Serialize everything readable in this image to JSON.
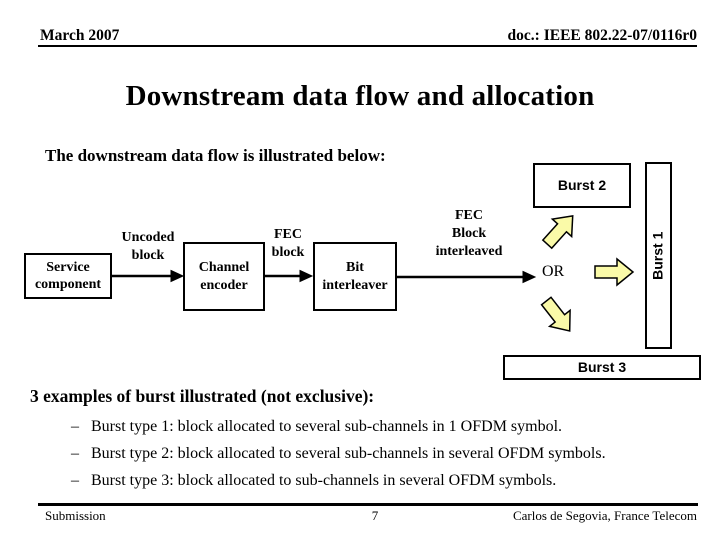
{
  "header": {
    "date": "March 2007",
    "doc": "doc.: IEEE 802.22-07/0116r0"
  },
  "title": "Downstream data flow and allocation",
  "intro": "The downstream data flow is illustrated below:",
  "diagram": {
    "boxes": {
      "service": "Service\ncomponent",
      "channel": "Channel\nencoder",
      "bit": "Bit\ninterleaver",
      "burst1": "Burst 1",
      "burst2": "Burst 2",
      "burst3": "Burst 3"
    },
    "labels": {
      "uncoded": "Uncoded\nblock",
      "fec_block": "FEC\nblock",
      "fec_interleaved": "FEC\nBlock\ninterleaved",
      "or": "OR"
    },
    "colors": {
      "arrow_fill": "#FAFAA8",
      "arrow_stroke": "#000000"
    }
  },
  "examples": {
    "heading": "3 examples of burst illustrated (not exclusive):",
    "items": [
      {
        "bullet": "–",
        "text": "Burst type 1: block allocated to several sub-channels in 1 OFDM symbol."
      },
      {
        "bullet": "–",
        "text": "Burst type 2: block allocated to several sub-channels in several OFDM symbols."
      },
      {
        "bullet": "–",
        "text": "Burst type 3: block allocated to sub-channels in several OFDM symbols."
      }
    ]
  },
  "footer": {
    "left": "Submission",
    "page": "7",
    "right": "Carlos de Segovia, France Telecom"
  }
}
